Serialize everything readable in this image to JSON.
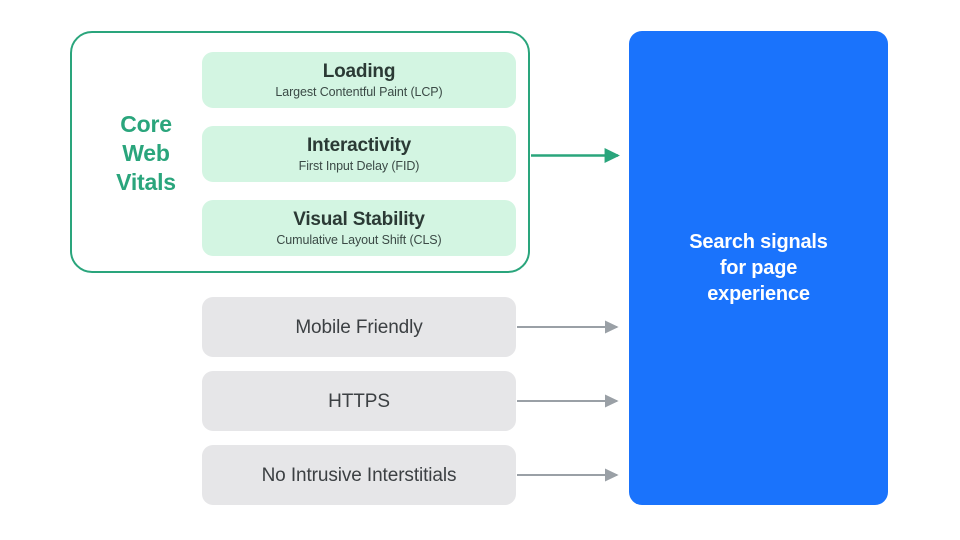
{
  "diagram": {
    "title": "Core Web Vitals and page experience search signals",
    "background_color": "#ffffff"
  },
  "core_web_vitals": {
    "label_lines": [
      "Core",
      "Web",
      "Vitals"
    ],
    "label_color": "#2aa57c",
    "border_color": "#2aa57c",
    "pill_color": "#d3f5e2",
    "metrics": [
      {
        "title": "Loading",
        "subtitle": "Largest Contentful Paint (LCP)"
      },
      {
        "title": "Interactivity",
        "subtitle": "First Input Delay (FID)"
      },
      {
        "title": "Visual Stability",
        "subtitle": "Cumulative Layout Shift (CLS)"
      }
    ]
  },
  "other_signals": {
    "pill_color": "#e6e6e8",
    "text_color": "#3c4043",
    "items": [
      {
        "label": "Mobile Friendly"
      },
      {
        "label": "HTTPS"
      },
      {
        "label": "No Intrusive Interstitials"
      }
    ]
  },
  "result": {
    "lines": [
      "Search signals",
      "for page",
      "experience"
    ],
    "background_color": "#1a73fc",
    "text_color": "#ffffff"
  },
  "connectors": {
    "core_web_vitals_arrow_color": "#2aa57c",
    "signal_arrow_color": "#9aa0a6",
    "count": 4
  }
}
